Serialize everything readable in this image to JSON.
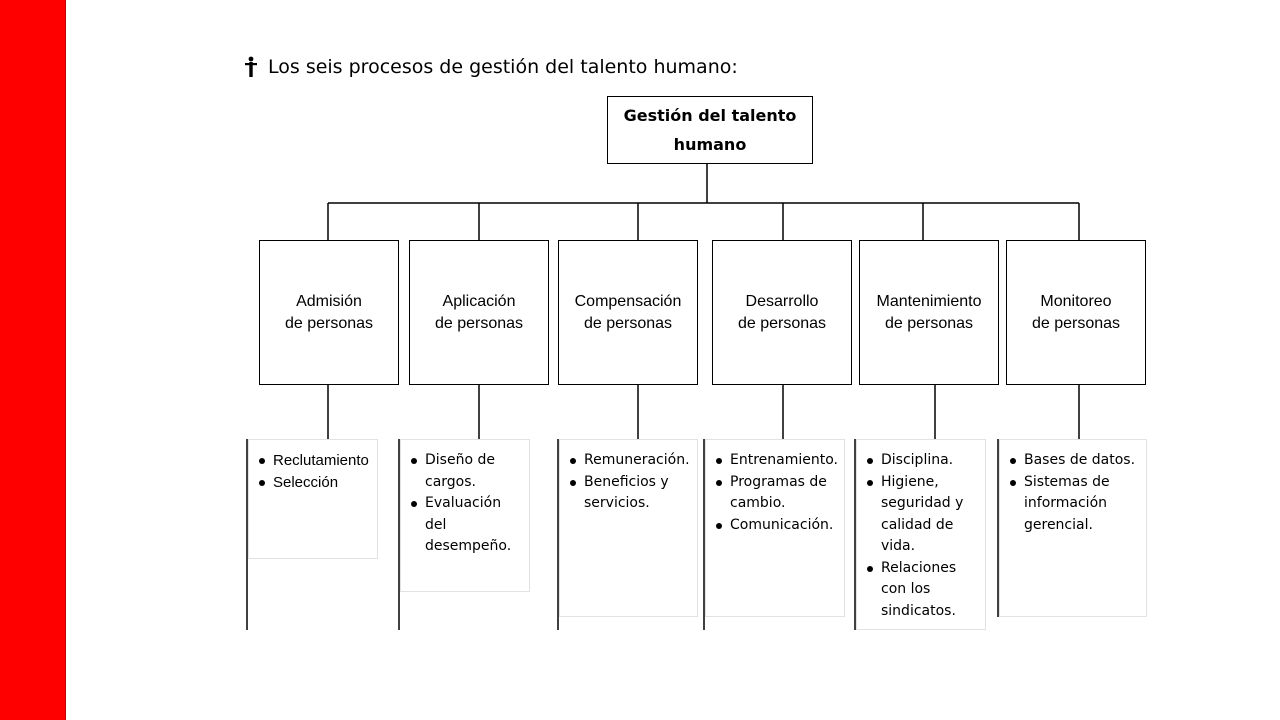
{
  "title": "Los seis procesos de gestión del talento humano:",
  "root": {
    "label": "Gestión del talento humano"
  },
  "processes": [
    {
      "line1": "Admisión",
      "line2": "de personas",
      "items": [
        "Reclutamiento",
        "Selección"
      ]
    },
    {
      "line1": "Aplicación",
      "line2": "de personas",
      "items": [
        "Diseño de cargos.",
        "Evaluación del desempeño."
      ]
    },
    {
      "line1": "Compensación",
      "line2": "de personas",
      "items": [
        "Remuneración.",
        "Beneficios y servicios."
      ]
    },
    {
      "line1": "Desarrollo",
      "line2": "de personas",
      "items": [
        "Entrenamiento.",
        "Programas de cambio.",
        "Comunicación."
      ]
    },
    {
      "line1": "Mantenimiento",
      "line2": "de personas",
      "items": [
        "Disciplina.",
        "Higiene, seguridad y calidad de vida.",
        "Relaciones con los sindicatos."
      ]
    },
    {
      "line1": "Monitoreo",
      "line2": "de personas",
      "items": [
        "Bases de datos.",
        "Sistemas de información gerencial."
      ]
    }
  ],
  "colors": {
    "sidebar": "#ff0000",
    "line": "#000000"
  }
}
